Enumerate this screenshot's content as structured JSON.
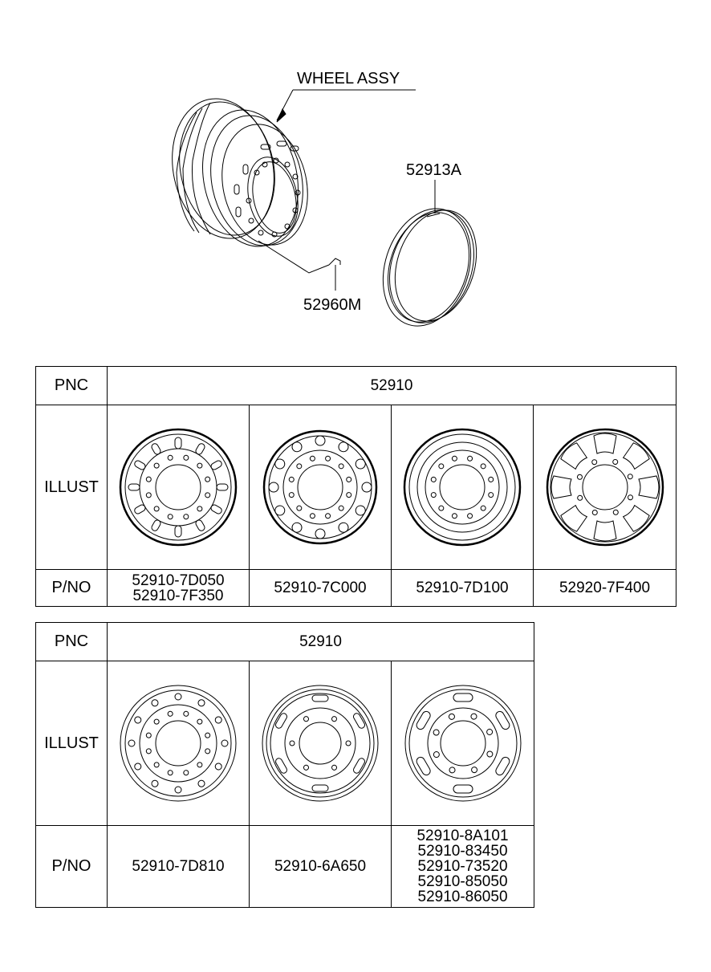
{
  "diagram": {
    "wheel_assy_label": "WHEEL ASSY",
    "ring_label": "52913A",
    "valve_label": "52960M"
  },
  "table1": {
    "pnc_header": "PNC",
    "pnc_value": "52910",
    "illust_header": "ILLUST",
    "pno_header": "P/NO",
    "columns": [
      {
        "pnos": [
          "52910-7D050",
          "52910-7F350"
        ],
        "wheel_icon": "wheel-slots-icon"
      },
      {
        "pnos": [
          "52910-7C000"
        ],
        "wheel_icon": "wheel-round-holes-icon"
      },
      {
        "pnos": [
          "52910-7D100"
        ],
        "wheel_icon": "wheel-arc-slots-icon"
      },
      {
        "pnos": [
          "52920-7F400"
        ],
        "wheel_icon": "wheel-large-cutouts-icon"
      }
    ]
  },
  "table2": {
    "pnc_header": "PNC",
    "pnc_value": "52910",
    "illust_header": "ILLUST",
    "pno_header": "P/NO",
    "columns": [
      {
        "pnos": [
          "52910-7D810"
        ],
        "wheel_icon": "wheel-small-holes-icon"
      },
      {
        "pnos": [
          "52910-6A650"
        ],
        "wheel_icon": "wheel-6-stud-slots-icon"
      },
      {
        "pnos": [
          "52910-8A101",
          "52910-83450",
          "52910-73520",
          "52910-85050",
          "52910-86050"
        ],
        "wheel_icon": "wheel-8-stud-slots-icon"
      }
    ]
  }
}
